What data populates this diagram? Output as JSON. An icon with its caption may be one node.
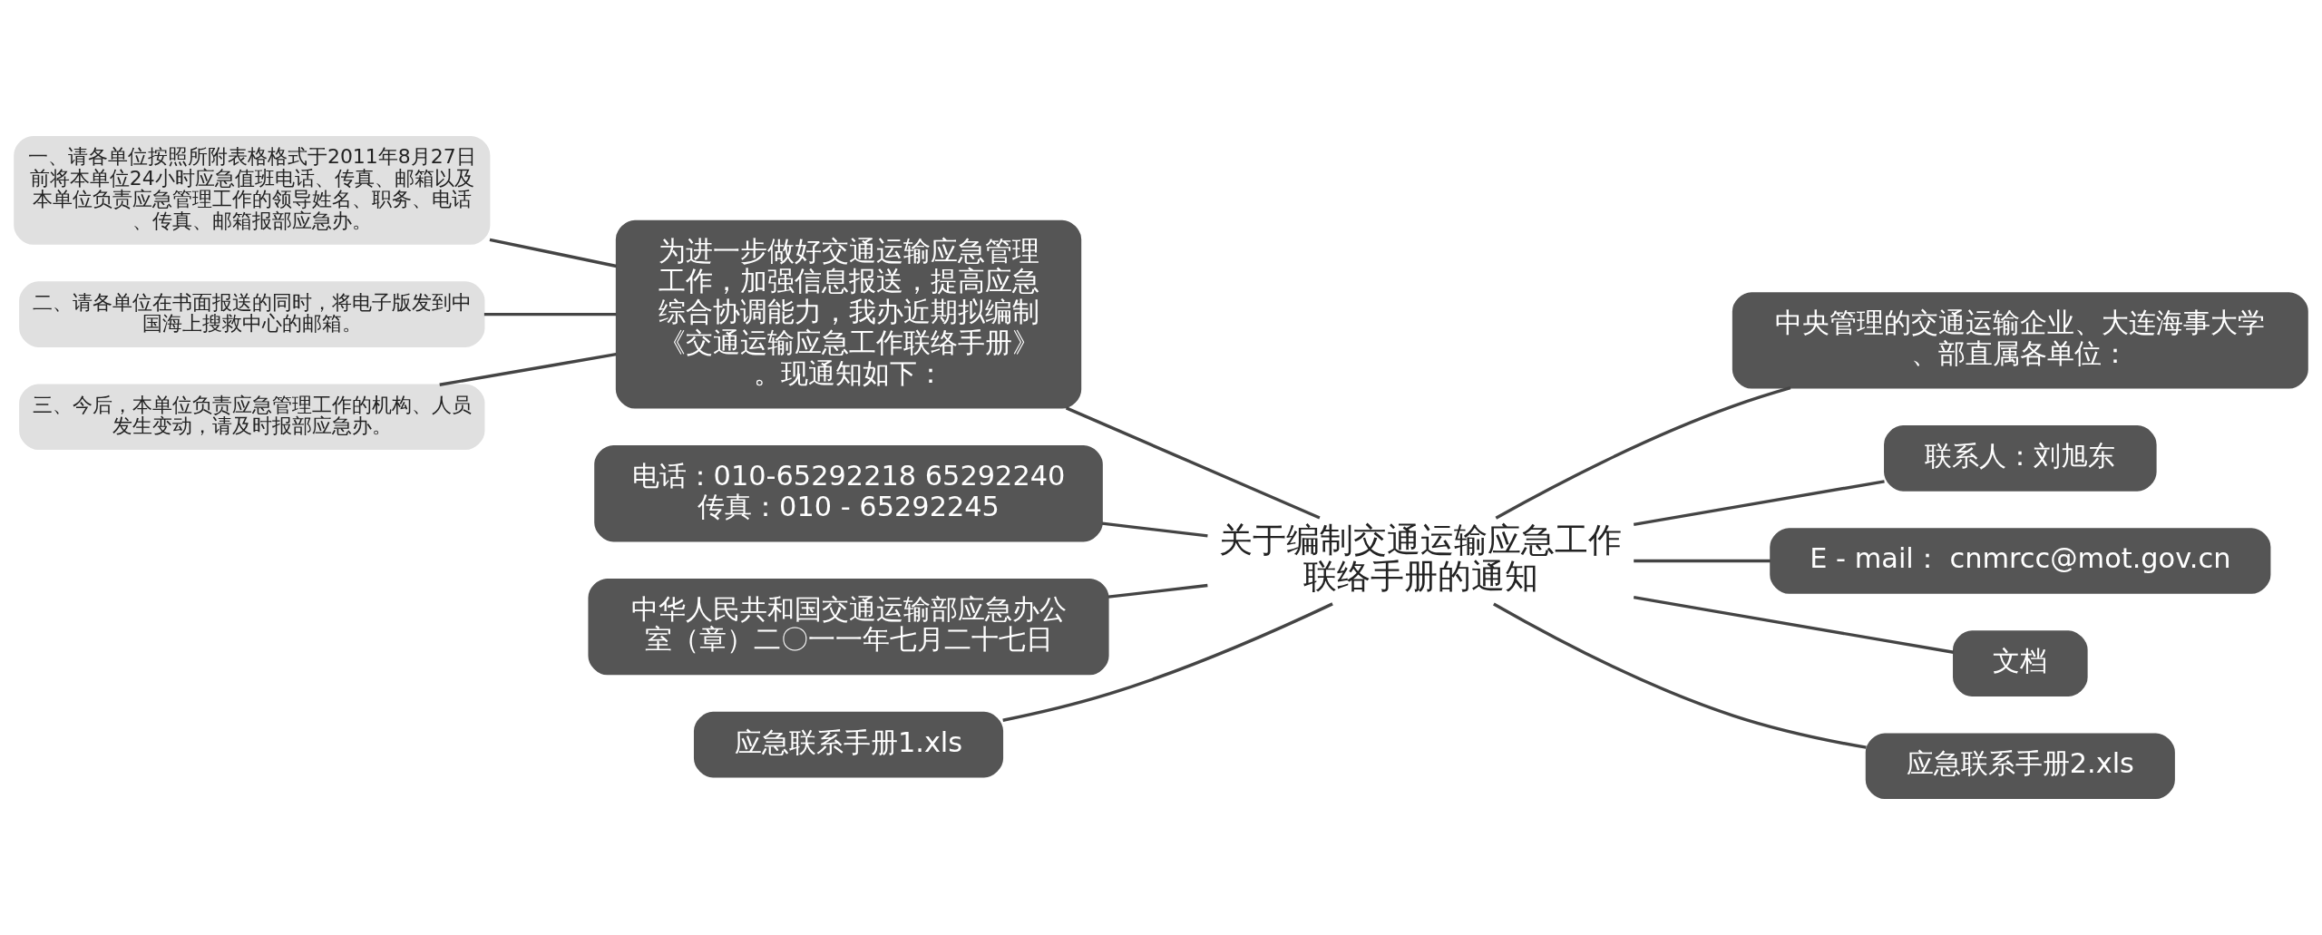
{
  "diagram": {
    "nodes": [
      {
        "text": [
          "关于编制交通运输应急工作联络手册的通知"
        ]
      },
      {
        "text": [
          "为进一步做好交通运输应急管理工作，加强信息报送，提高应急综合协调能力，我办近期拟编制《交通运输应急工作联络手册》。现通知如下："
        ]
      },
      {
        "text": [
          "一、请各单位按照所附表格格式于2011年8月27日前将本单位24小时应急值班电话、传真、邮箱以及本单位负责应急管理工作的领导姓名、职务、电话、传真、邮箱报部应急办。"
        ]
      },
      {
        "text": [
          "二、请各单位在书面报送的同时，将电子版发到中国海上搜救中心的邮箱。"
        ]
      },
      {
        "text": [
          "三、今后，本单位负责应急管理工作的机构、人员发生变动，请及时报部应急办。"
        ]
      },
      {
        "text": [
          "电话：010-65292218 65292240",
          "传真：010 - 65292245"
        ]
      },
      {
        "text": [
          "中华人民共和国交通运输部应急办公室（章）二〇一一年七月二十七日"
        ]
      },
      {
        "text": [
          "应急联系手册1.xls"
        ]
      },
      {
        "text": [
          "中央管理的交通运输企业、大连海事大学、部直属各单位："
        ]
      },
      {
        "text": [
          "联系人：刘旭东"
        ]
      },
      {
        "text": [
          "E - mail： cnmrcc@mot.gov.cn"
        ]
      },
      {
        "text": [
          "文档"
        ]
      },
      {
        "text": [
          "应急联系手册2.xls"
        ]
      }
    ],
    "edges": [
      {
        "from": 0,
        "to": 1,
        "arrow": "none"
      },
      {
        "from": 1,
        "to": 2,
        "arrow": "none"
      },
      {
        "from": 1,
        "to": 3,
        "arrow": "none"
      },
      {
        "from": 1,
        "to": 4,
        "arrow": "none"
      },
      {
        "from": 0,
        "to": 5,
        "arrow": "none"
      },
      {
        "from": 0,
        "to": 6,
        "arrow": "none"
      },
      {
        "from": 0,
        "to": 7,
        "arrow": "none"
      },
      {
        "from": 0,
        "to": 8,
        "arrow": "none"
      },
      {
        "from": 0,
        "to": 9,
        "arrow": "none"
      },
      {
        "from": 0,
        "to": 10,
        "arrow": "none"
      },
      {
        "from": 0,
        "to": 11,
        "arrow": "none"
      },
      {
        "from": 0,
        "to": 12,
        "arrow": "none"
      }
    ]
  }
}
